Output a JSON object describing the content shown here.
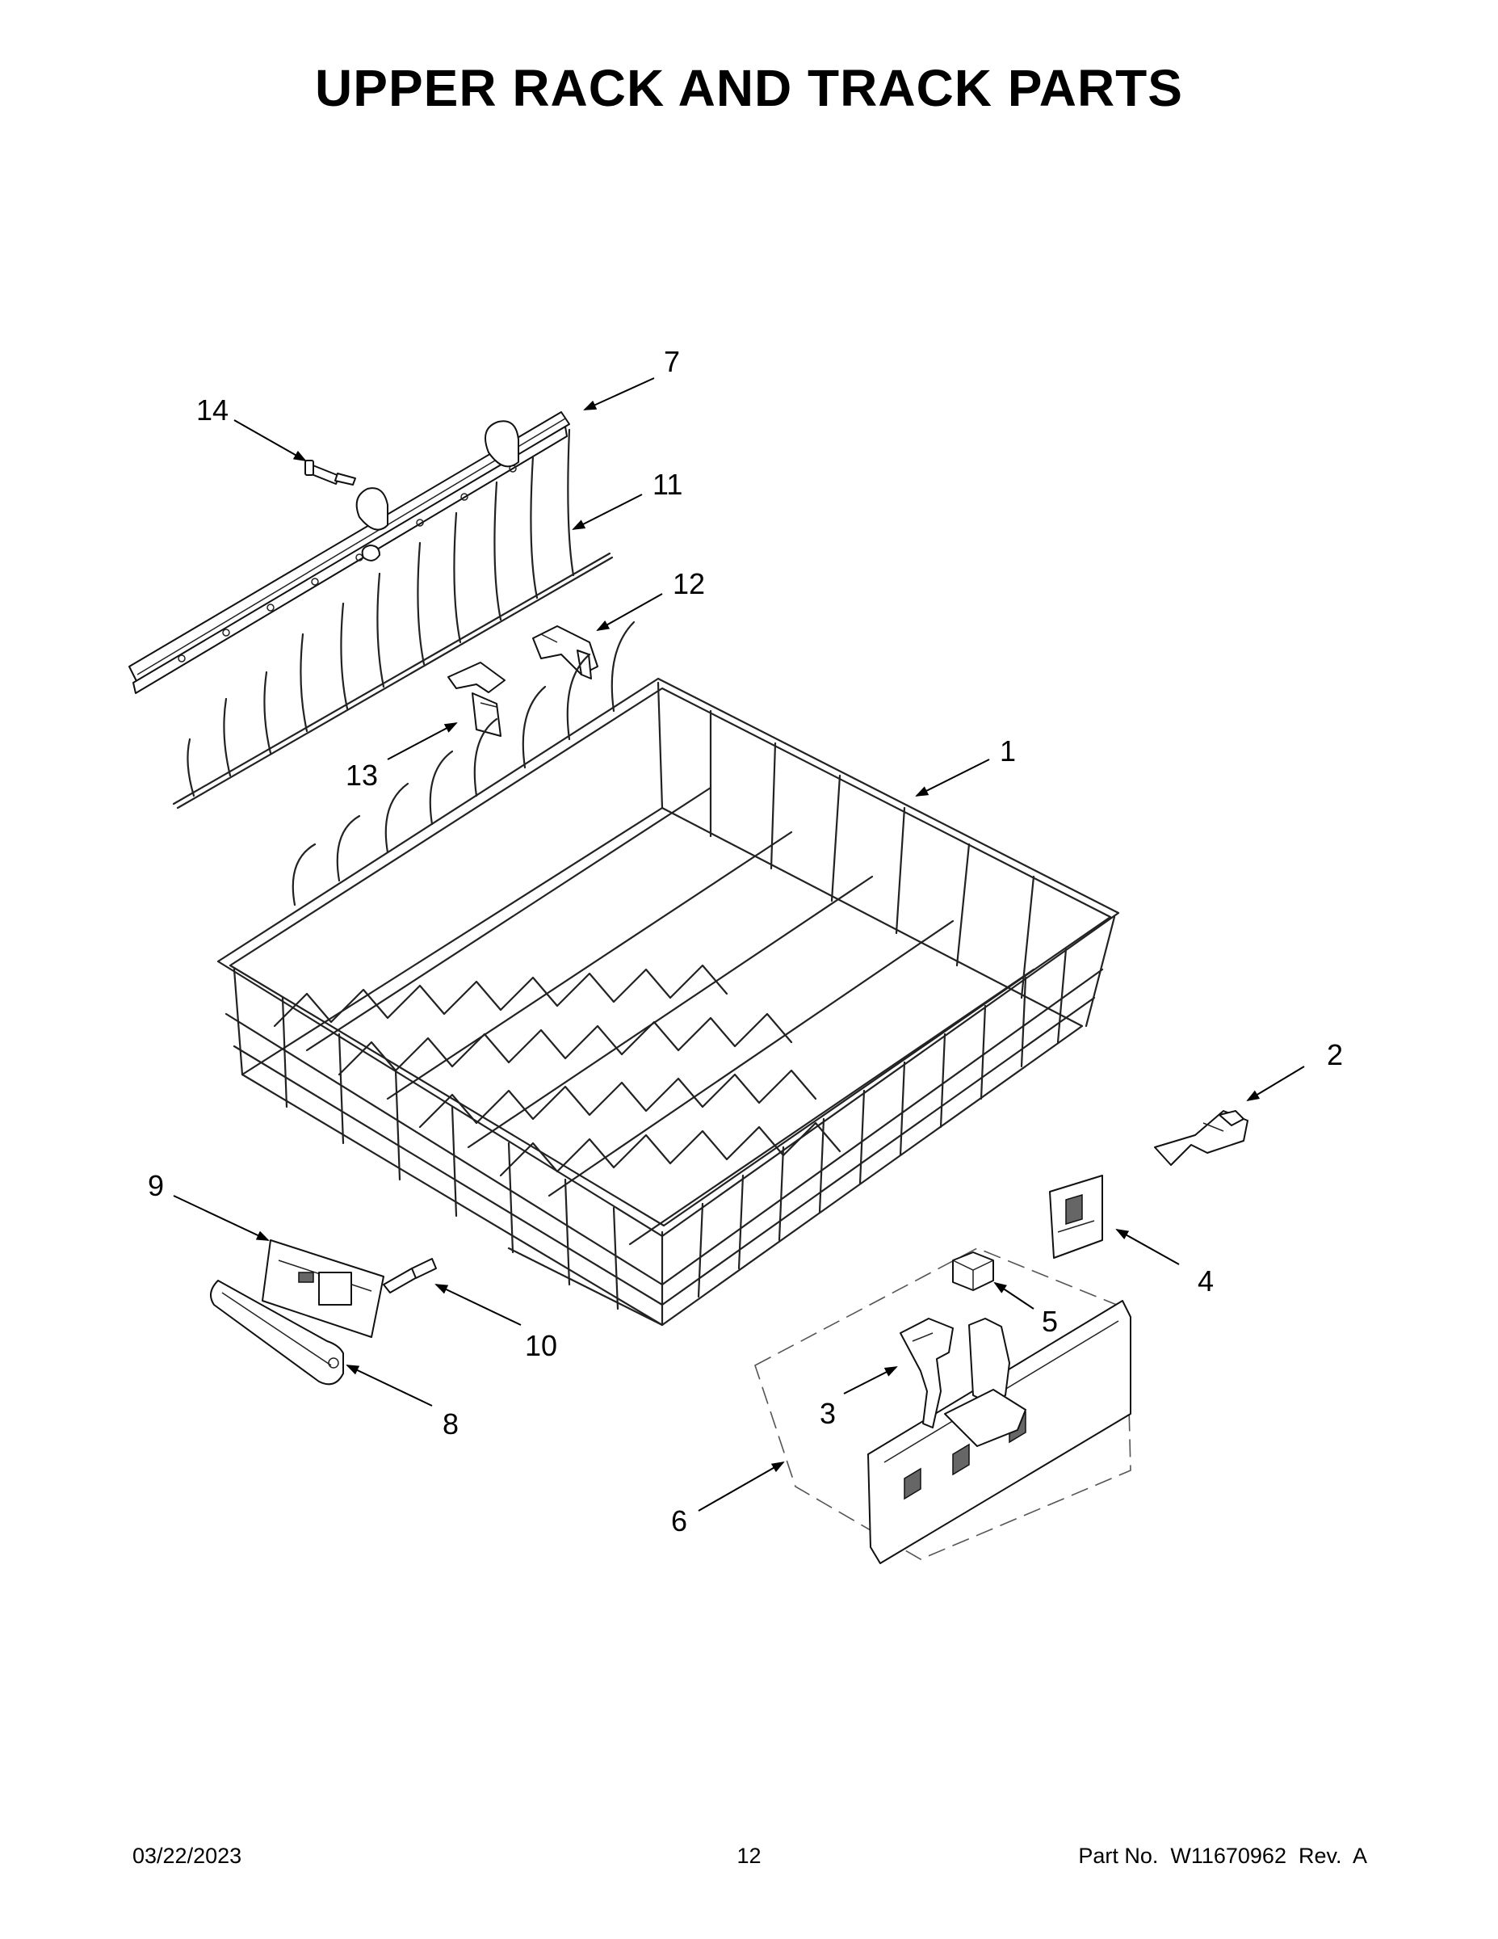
{
  "title": "UPPER RACK AND TRACK PARTS",
  "callouts": {
    "c1": "1",
    "c2": "2",
    "c3": "3",
    "c4": "4",
    "c5": "5",
    "c6": "6",
    "c7": "7",
    "c8": "8",
    "c9": "9",
    "c10": "10",
    "c11": "11",
    "c12": "12",
    "c13": "13",
    "c14": "14"
  },
  "footer": {
    "date": "03/22/2023",
    "page": "12",
    "part": "Part No.  W11670962  Rev.  A"
  }
}
